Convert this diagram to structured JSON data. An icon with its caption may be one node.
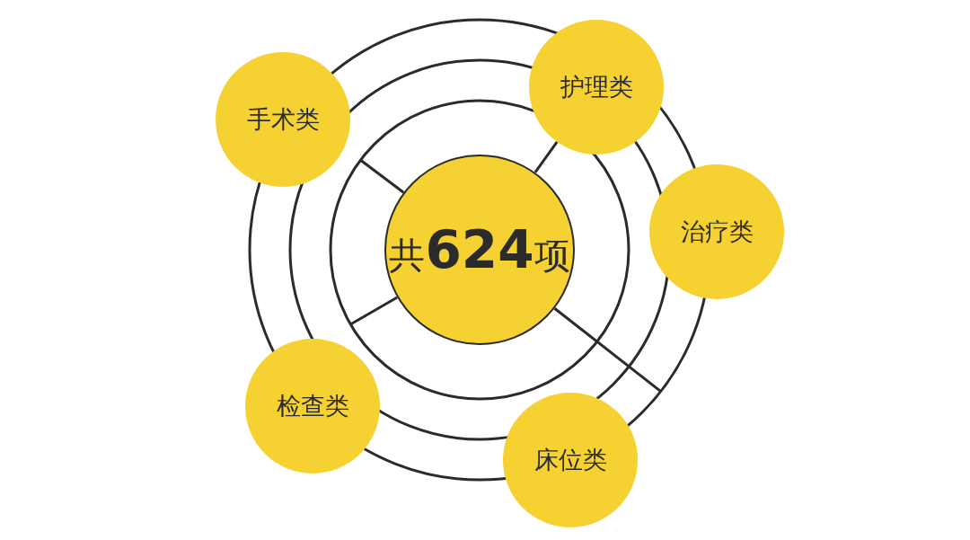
{
  "diagram": {
    "nodes": [
      {
        "text": [
          "共**624**项"
        ]
      },
      {
        "text": [
          "手术类"
        ]
      },
      {
        "text": [
          "护理类"
        ]
      },
      {
        "text": [
          "治疗类"
        ]
      },
      {
        "text": [
          "检查类"
        ]
      },
      {
        "text": [
          "床位类"
        ]
      }
    ],
    "edges": [
      {
        "from": 0,
        "to": 2,
        "arrow": "none"
      }
    ]
  }
}
